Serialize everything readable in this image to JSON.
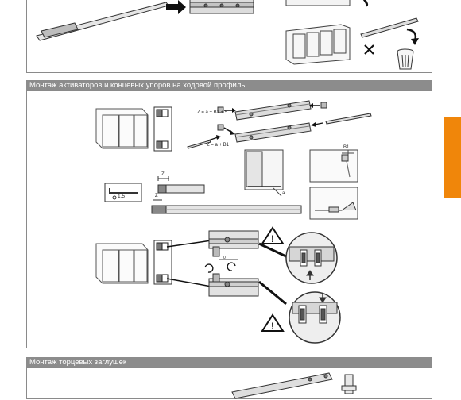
{
  "sections": [
    {
      "header": "Монтаж активаторов и концевых упоров на ходовой профиль"
    },
    {
      "header": "Монтаж торцевых заглушек"
    }
  ],
  "formulas": {
    "top": "Z = a + B1 + 5",
    "bottom": "Z = a + B1"
  },
  "labels": {
    "hex_key_size": "1,5",
    "dim_z1": "Z",
    "dim_z2": "Z",
    "dim_a": "a",
    "dim_b1": "B1",
    "angle_small": "0"
  },
  "colors": {
    "accent_tab": "#f0860a",
    "header_bg": "#8c8c8c",
    "line": "#333333"
  },
  "icons": [
    "warning-icon",
    "cross-mark-icon",
    "trash-bin-icon",
    "hex-key-icon",
    "rotate-arrow-icon"
  ]
}
